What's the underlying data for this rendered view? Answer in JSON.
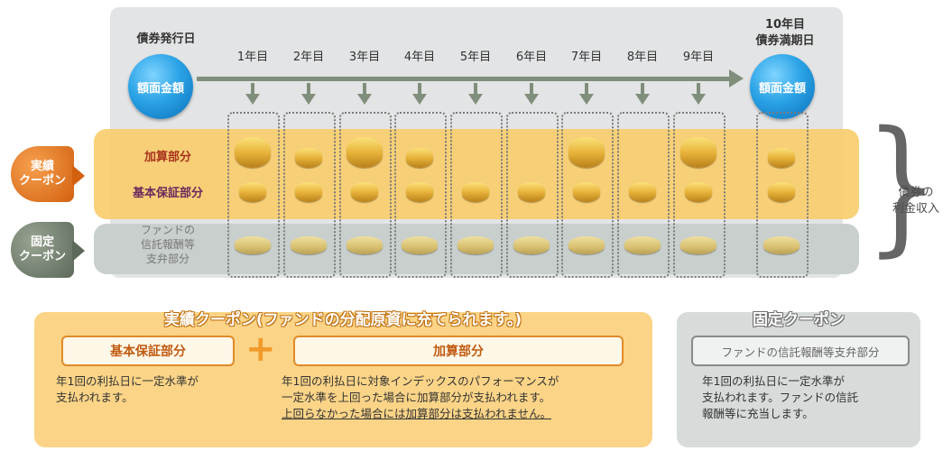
{
  "timeline": {
    "issue_label": "債券発行日",
    "maturity_label_line1": "10年目",
    "maturity_label_line2": "債券満期日",
    "face_value": "額面金額",
    "years": [
      "1年目",
      "2年目",
      "3年目",
      "4年目",
      "5年目",
      "6年目",
      "7年目",
      "8年目",
      "9年目"
    ]
  },
  "rows": {
    "actual_coupon": "実績\nクーポン",
    "fixed_coupon": "固定\nクーポン",
    "additional": "加算部分",
    "base_guarantee": "基本保証部分",
    "fund_fee_line1": "ファンドの",
    "fund_fee_line2": "信託報酬等",
    "fund_fee_line3": "支弁部分"
  },
  "coins": {
    "additional_present": [
      true,
      true,
      true,
      true,
      false,
      false,
      true,
      false,
      true,
      true
    ],
    "additional_stack": [
      3,
      2,
      3,
      2,
      0,
      0,
      3,
      0,
      3,
      2
    ],
    "base_present": [
      true,
      true,
      true,
      true,
      true,
      true,
      true,
      true,
      true,
      true
    ],
    "fixed_present": [
      true,
      true,
      true,
      true,
      true,
      true,
      true,
      true,
      true,
      true
    ]
  },
  "income_label_line1": "債券の",
  "income_label_line2": "利金収入",
  "bottom": {
    "actual_heading": "実績クーポン(ファンドの分配原資に充てられます。)",
    "base_box": "基本保証部分",
    "add_box": "加算部分",
    "base_desc_1": "年1回の利払日に一定水準が",
    "base_desc_2": "支払われます。",
    "add_desc_1": "年1回の利払日に対象インデックスのパフォーマンスが",
    "add_desc_2": "一定水準を上回った場合に加算部分が支払われます。",
    "add_desc_3": "上回らなかった場合には加算部分は支払われません。",
    "fixed_heading": "固定クーポン",
    "fixed_box": "ファンドの信託報酬等支弁部分",
    "fixed_desc_1": "年1回の利払日に一定水準が",
    "fixed_desc_2": "支払われます。ファンドの信託",
    "fixed_desc_3": "報酬等に充当します。"
  },
  "colors": {
    "orange_band": "#f9cd6e",
    "gray_band": "#c9cfcd",
    "actual_badge": "#e3701c",
    "fixed_badge": "#6e7a6a",
    "blue_circle": "#2ba3e6"
  }
}
